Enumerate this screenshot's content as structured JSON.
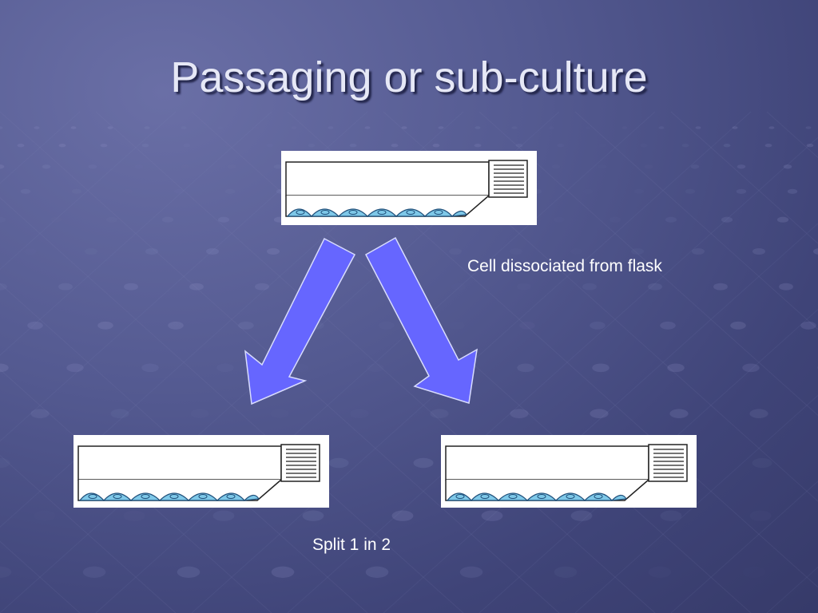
{
  "slide": {
    "title": "Passaging or sub-culture",
    "label_dissociated": "Cell dissociated from flask",
    "label_split": "Split 1 in 2"
  },
  "colors": {
    "background": "#545a91",
    "arrow_fill": "#6666ff",
    "cell_fill": "#7ec8e8",
    "title_text": "#e6e8f6"
  },
  "icons": [
    "culture-flask-icon",
    "split-arrow-icon"
  ]
}
